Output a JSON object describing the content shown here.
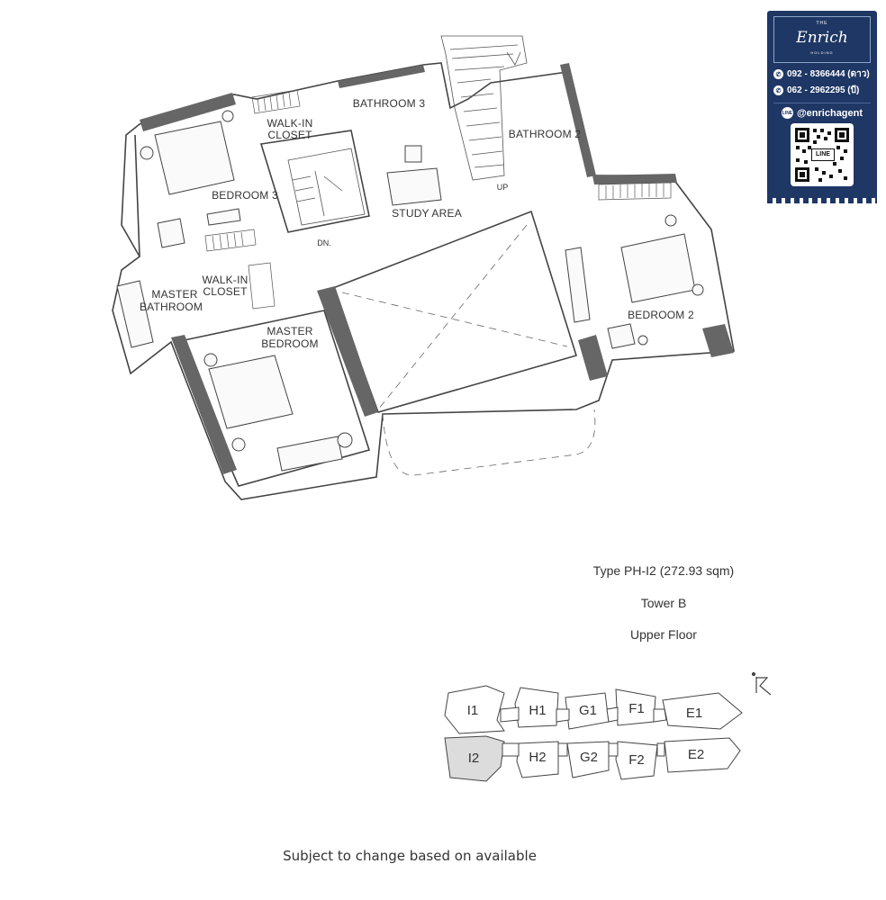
{
  "floor_plan": {
    "rooms": {
      "walk_in_closet_top": "WALK-IN\nCLOSET",
      "bathroom_3": "BATHROOM 3",
      "bathroom_2": "BATHROOM 2",
      "bedroom_3": "BEDROOM 3",
      "study_area": "STUDY AREA",
      "up": "UP",
      "dn": "DN.",
      "walk_in_closet_master": "WALK-IN\nCLOSET",
      "master_bathroom": "MASTER\nBATHROOM",
      "master_bedroom": "MASTER\nBEDROOM",
      "bedroom_2": "BEDROOM 2"
    }
  },
  "unit_info": {
    "type": "Type PH-I2 (272.93 sqm)",
    "tower": "Tower B",
    "floor": "Upper Floor"
  },
  "key_plan": {
    "north_label": "N",
    "units_top": [
      "I1",
      "H1",
      "G1",
      "F1",
      "E1"
    ],
    "units_bottom": [
      "I2",
      "H2",
      "G2",
      "F2",
      "E2"
    ],
    "highlighted_unit": "I2"
  },
  "footer": {
    "note": "Subject to change based on available"
  },
  "badge": {
    "logo_top": "THE",
    "logo_name": "Enrich",
    "logo_sub": "HOLDING",
    "phone_1": "092 - 8366444 (ดาว)",
    "phone_2": "062 - 2962295 (บี)",
    "line_id": "@enrichagent",
    "qr_label": "LINE",
    "colors": {
      "badge_bg": "#1e3765",
      "text": "#ffffff"
    }
  }
}
